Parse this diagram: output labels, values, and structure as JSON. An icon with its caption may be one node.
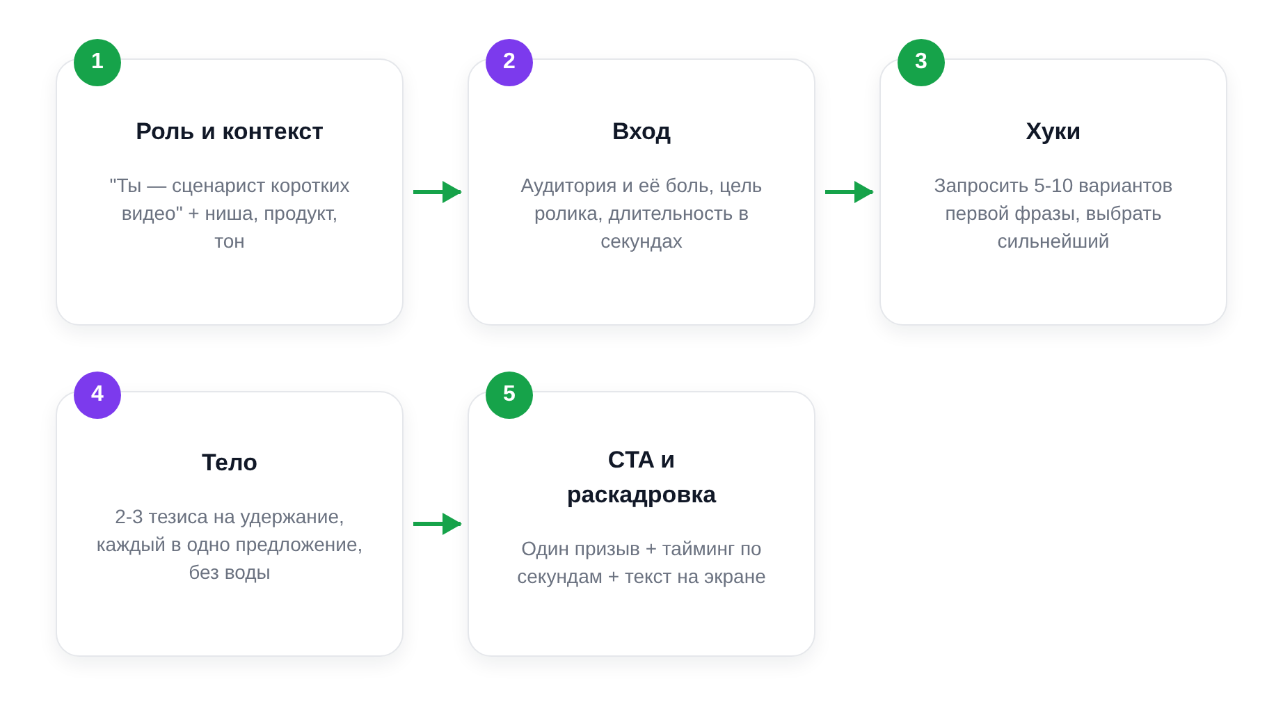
{
  "diagram": {
    "nodes": [
      {
        "text": [
          "1",
          "Роль и контекст",
          "\"Ты — сценарист коротких видео\" + ниша, продукт, тон"
        ]
      },
      {
        "text": [
          "2",
          "Вход",
          "Аудитория и её боль, цель ролика, длительность в секундах"
        ]
      },
      {
        "text": [
          "3",
          "Хуки",
          "Запросить 5-10 вариантов первой фразы, выбрать сильнейший"
        ]
      },
      {
        "text": [
          "4",
          "Тело",
          "2-3 тезиса на удержание, каждый в одно предложение, без воды"
        ]
      },
      {
        "text": [
          "5",
          "CTA и раскадровка",
          "Один призыв + тайминг по секундам + текст на экране"
        ]
      }
    ],
    "edges": [
      {
        "from": 0,
        "to": 1,
        "arrow": "to"
      },
      {
        "from": 1,
        "to": 2,
        "arrow": "to"
      },
      {
        "from": 3,
        "to": 4,
        "arrow": "to"
      }
    ]
  }
}
